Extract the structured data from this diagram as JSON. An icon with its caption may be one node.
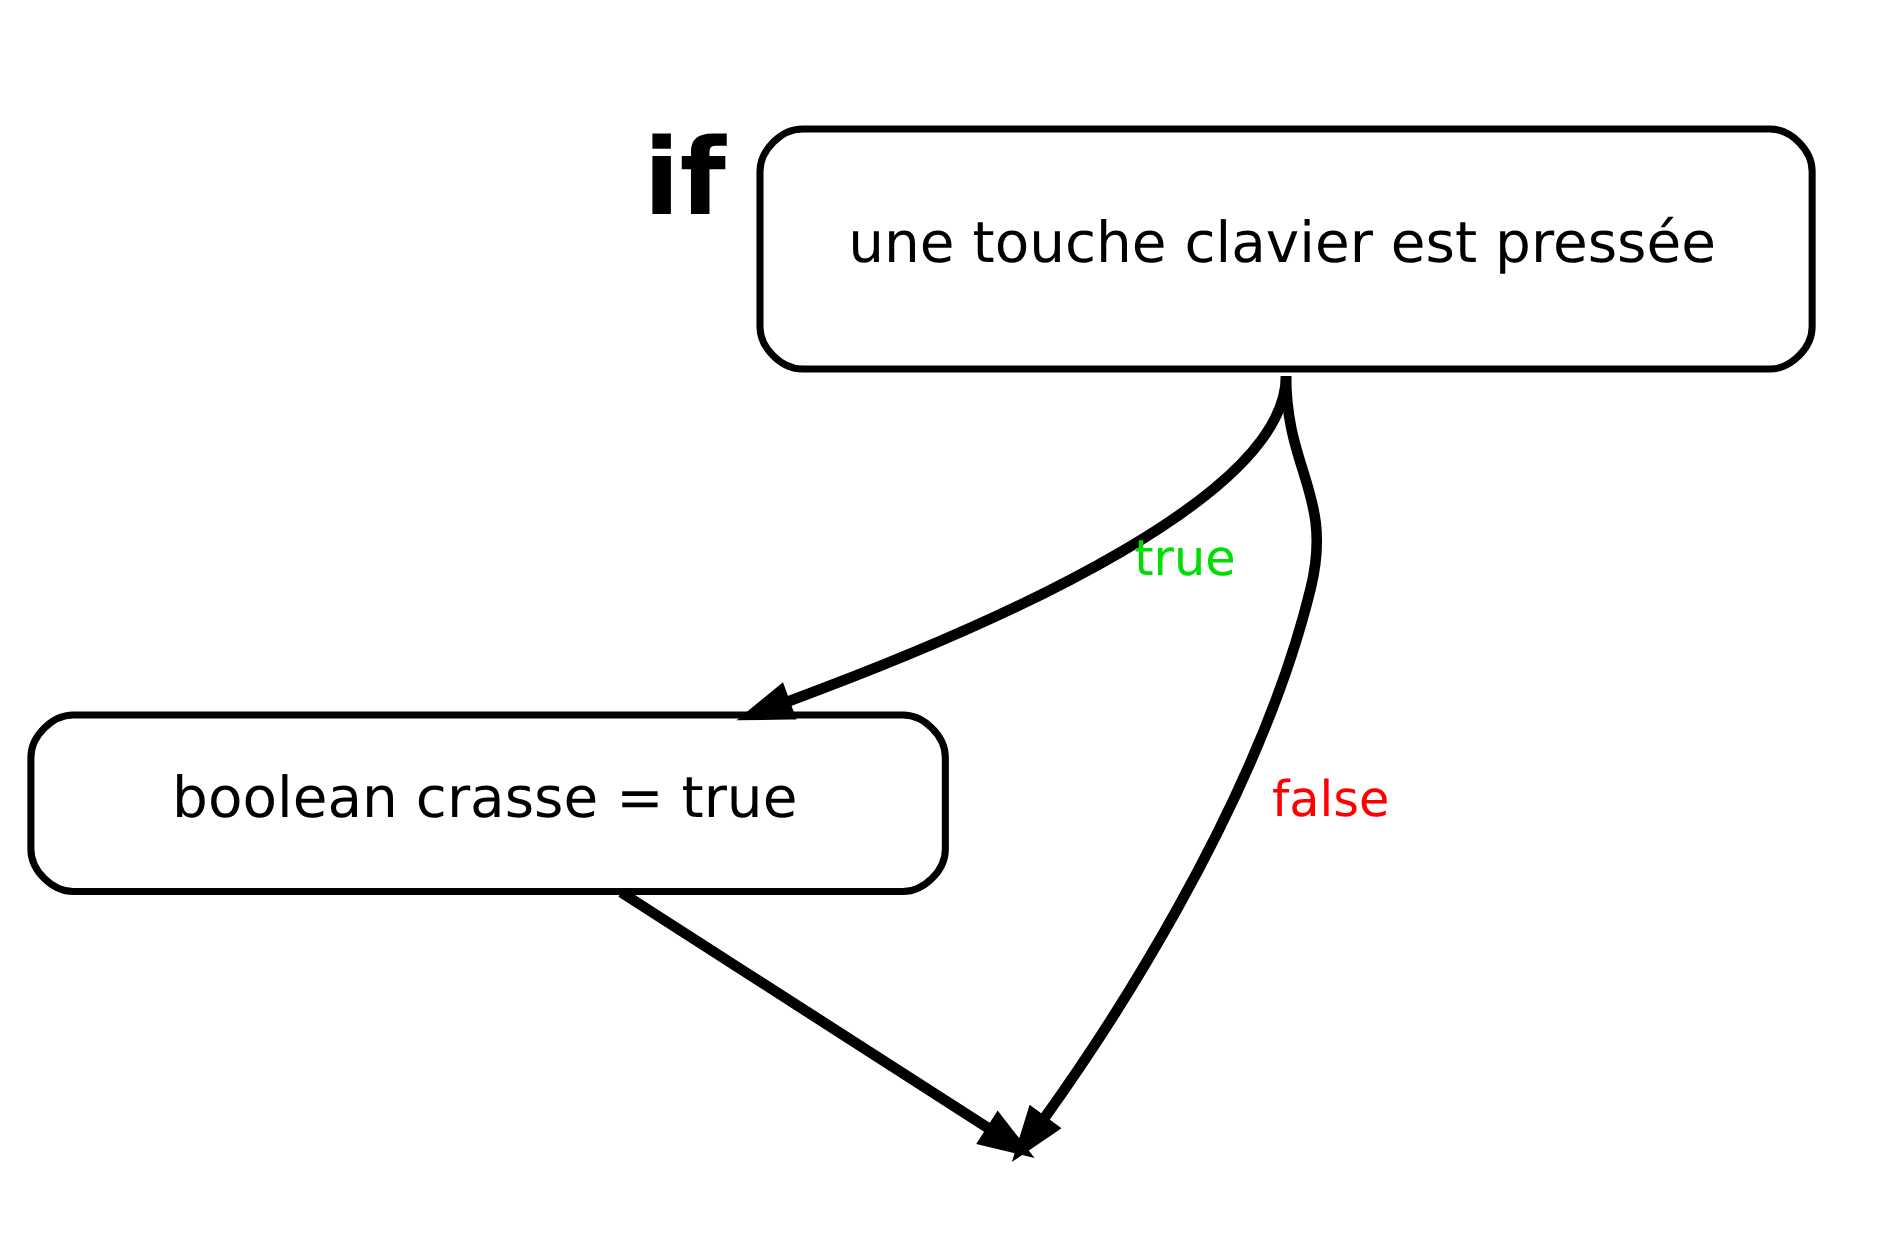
{
  "diagram": {
    "nodes": [
      {
        "text": [
          "if",
          "une touche clavier est pressée"
        ]
      },
      {
        "text": [
          "boolean crasse = true"
        ]
      }
    ],
    "edges": [
      {
        "from": 0,
        "to": 1,
        "arrow": "to",
        "label": "true"
      },
      {
        "from": 0,
        "to": null,
        "arrow": "to",
        "label": "false"
      },
      {
        "from": 1,
        "to": null,
        "arrow": "to"
      }
    ]
  }
}
